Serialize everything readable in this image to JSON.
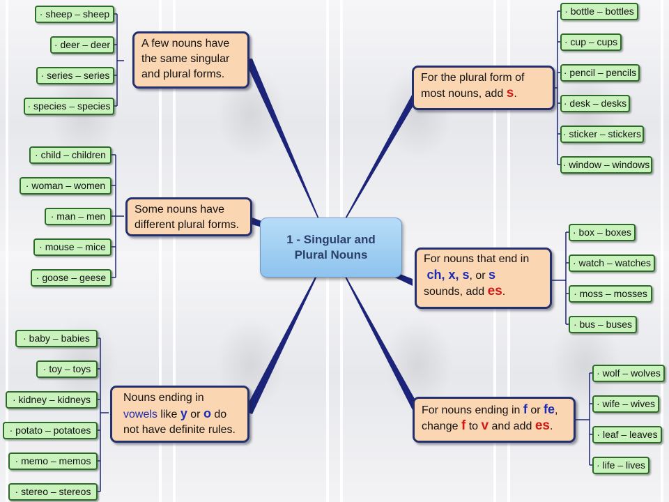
{
  "center": {
    "title": "1 - Singular and\nPlural Nouns"
  },
  "topics": {
    "same_forms": "A few nouns have the same singular and plural forms.",
    "different_forms": "Some nouns have different plural forms.",
    "vowels": {
      "t1": "Nouns ending in ",
      "t2": "vowels",
      "t3": " like ",
      "y": "y",
      "t4": " or ",
      "o": "o",
      "t5": " do not have definite rules."
    },
    "add_s": {
      "t1": "For the plural form of most nouns, add ",
      "s": "s",
      "t2": "."
    },
    "add_es": {
      "t1": "For nouns that end in",
      "letters": "ch, x, s",
      "t2": ", or ",
      "s": "s",
      "t3": "sounds, add ",
      "es": "es",
      "t4": "."
    },
    "f_fe": {
      "t1": "For nouns ending in ",
      "f": "f",
      "t2": " or ",
      "fe": "fe",
      "t3": ",",
      "t4": "change ",
      "f2": "f",
      "t5": " to ",
      "v": "v",
      "t6": " and add ",
      "es": "es",
      "t7": "."
    }
  },
  "leaves": {
    "same": [
      "· sheep – sheep",
      "· deer – deer",
      "· series – series",
      "· species – species"
    ],
    "different": [
      "· child – children",
      "· woman – women",
      "· man – men",
      "· mouse – mice",
      "· goose – geese"
    ],
    "vowels": [
      "· baby – babies",
      "· toy – toys",
      "· kidney – kidneys",
      "· potato – potatoes",
      "· memo – memos",
      "· stereo – stereos"
    ],
    "add_s": [
      "· bottle – bottles",
      "· cup – cups",
      "· pencil – pencils",
      "· desk – desks",
      "· sticker – stickers",
      "· window – windows"
    ],
    "add_es": [
      "· box – boxes",
      "· watch – watches",
      "· moss – mosses",
      "· bus – buses"
    ],
    "f_fe": [
      "· wolf – wolves",
      "· wife – wives",
      "· leaf – leaves",
      "· life – lives"
    ]
  }
}
